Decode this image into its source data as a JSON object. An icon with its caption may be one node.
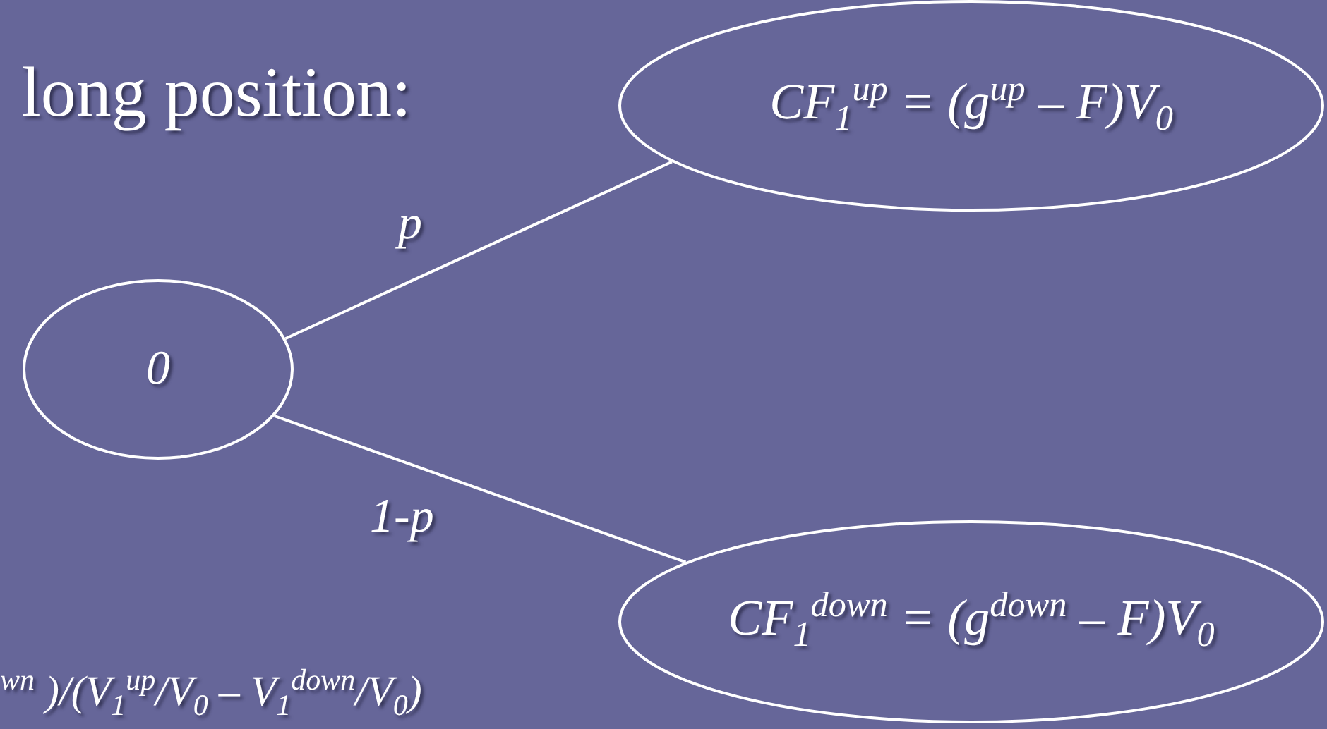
{
  "diagram": {
    "title": "long position:",
    "nodes": [
      {
        "text": [
          "0"
        ]
      },
      {
        "text": [
          "CF$_{1}$$^{up}$ = (g$^{up}$ – F)V$_{0}$"
        ]
      },
      {
        "text": [
          "CF$_{1}$$^{down}$ = (g$^{down}$ – F)V$_{0}$"
        ]
      }
    ],
    "edges": [
      {
        "from": 0,
        "to": 1,
        "arrow": "none",
        "label": "p"
      },
      {
        "from": 0,
        "to": 2,
        "arrow": "none",
        "label": "1-p"
      }
    ],
    "labels": [
      "$^{wn}$ )/(V$_{1}$$^{up}$/V$_{0}$ – V$_{1}$$^{down}$/V$_{0}$)"
    ]
  }
}
